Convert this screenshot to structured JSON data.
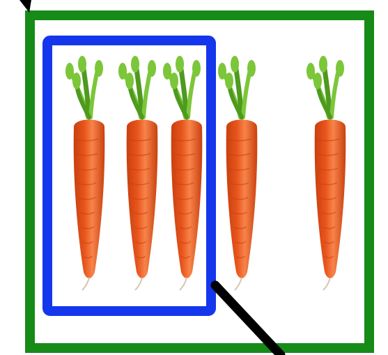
{
  "scene": {
    "description_free": true,
    "colors": {
      "outer_frame": "#178b17",
      "inner_frame": "#1436ec",
      "pointer_line": "#000000",
      "carrot_body": "#e8551c",
      "carrot_shade": "#c9400f",
      "carrot_highlight": "#f7844a",
      "leaf": "#7cc63a",
      "leaf_dark": "#4e9a1e",
      "root": "#d9c6a8",
      "background": "#ffffff"
    },
    "carrots": [
      {
        "id": "carrot-1",
        "inside_inner_frame": true
      },
      {
        "id": "carrot-2",
        "inside_inner_frame": true
      },
      {
        "id": "carrot-3",
        "inside_inner_frame": true
      },
      {
        "id": "carrot-4",
        "inside_inner_frame": false
      },
      {
        "id": "carrot-5",
        "inside_inner_frame": false
      }
    ],
    "counts": {
      "total_carrots": 5,
      "carrots_in_inner_frame": 3
    }
  }
}
